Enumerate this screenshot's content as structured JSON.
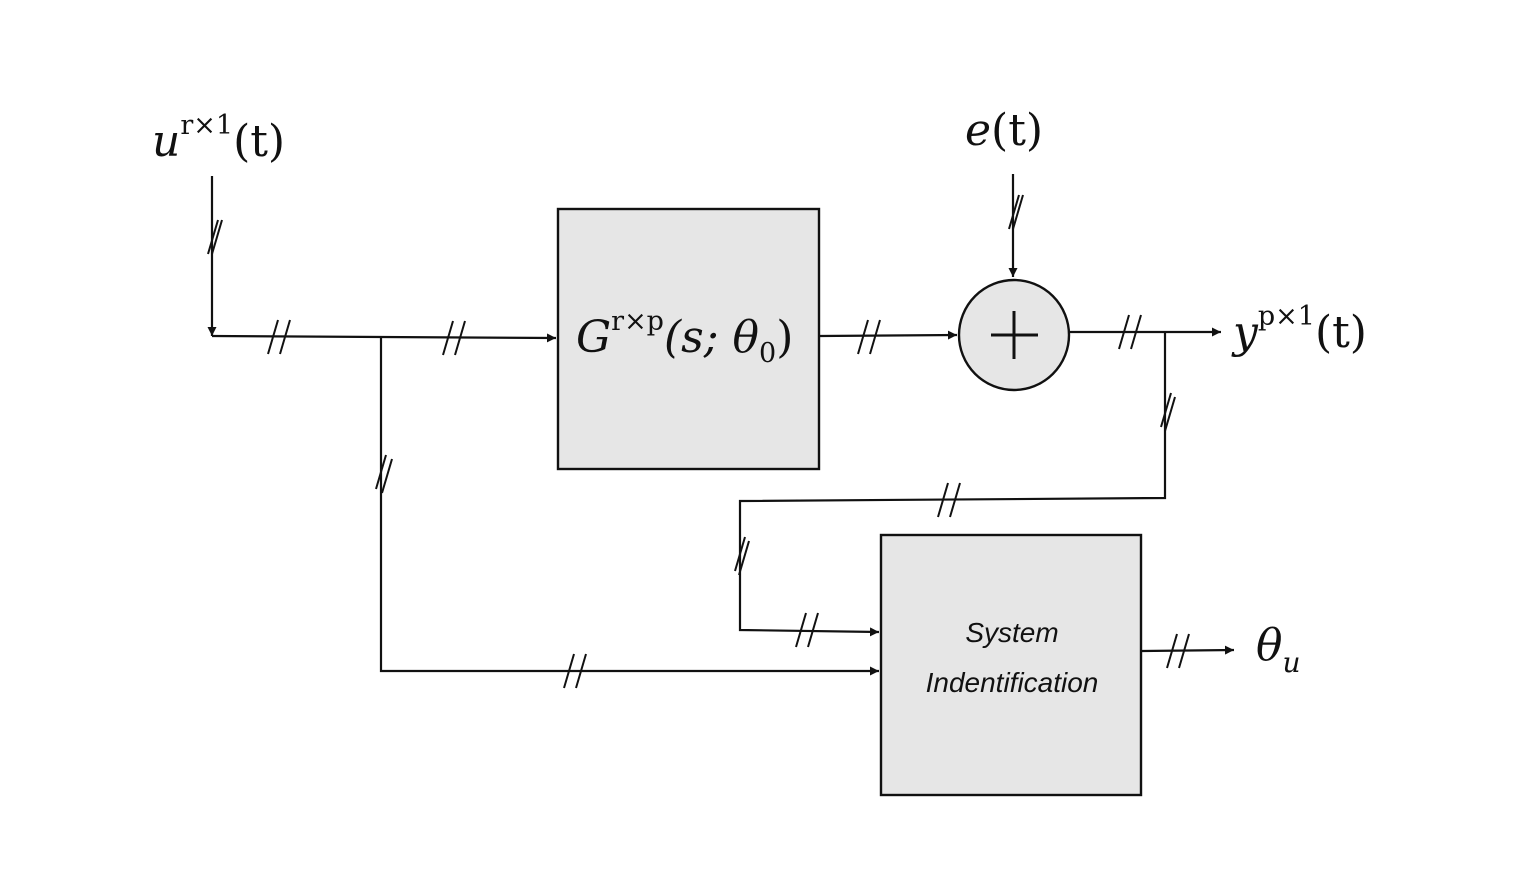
{
  "signals": {
    "input": {
      "base": "u",
      "sup": "r×1",
      "arg": "(t)"
    },
    "noise": {
      "base": "e",
      "arg": "(t)"
    },
    "output": {
      "base": "y",
      "sup": "p×1",
      "arg": "(t)"
    },
    "estimate": {
      "base": "θ",
      "sub": "u"
    }
  },
  "blocks": {
    "plant": {
      "base": "G",
      "sup": "r×p",
      "args_open": "(s; θ",
      "args_sub": "0",
      "args_close": ")"
    },
    "summing_junction": {
      "symbol": "+"
    },
    "sysid": {
      "line1": "System",
      "line2": "Indentification"
    }
  },
  "colors": {
    "block_fill": "#e6e6e6",
    "line": "#111111"
  }
}
